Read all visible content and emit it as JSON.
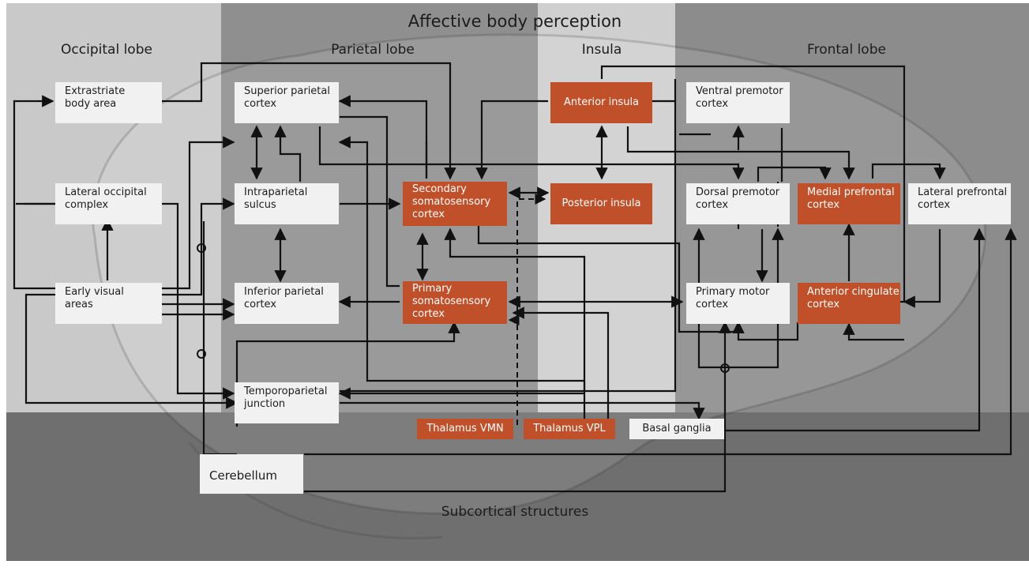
{
  "title": "Affective body perception",
  "regions": {
    "occipital": "Occipital lobe",
    "parietal": "Parietal lobe",
    "insula": "Insula",
    "frontal": "Frontal lobe",
    "subcortical": "Subcortical structures"
  },
  "nodes": {
    "eba": [
      "Extrastriate",
      "body area"
    ],
    "loc": [
      "Lateral occipital",
      "complex"
    ],
    "eva": [
      "Early visual",
      "areas"
    ],
    "spc": [
      "Superior parietal",
      "cortex"
    ],
    "ips": [
      "Intraparietal",
      "sulcus"
    ],
    "ipc": [
      "Inferior parietal",
      "cortex"
    ],
    "tpj": [
      "Temporoparietal",
      "junction"
    ],
    "s2": [
      "Secondary",
      "somatosensory",
      "cortex"
    ],
    "s1": [
      "Primary",
      "somatosensory",
      "cortex"
    ],
    "ai": [
      "Anterior insula"
    ],
    "pi": [
      "Posterior insula"
    ],
    "vpm": [
      "Ventral premotor",
      "cortex"
    ],
    "dpm": [
      "Dorsal premotor",
      "cortex"
    ],
    "pmc": [
      "Primary motor",
      "cortex"
    ],
    "mpfc": [
      "Medial prefrontal",
      "cortex"
    ],
    "lpfc": [
      "Lateral prefrontal",
      "cortex"
    ],
    "acc": [
      "Anterior cingulate",
      "cortex"
    ],
    "vmn": [
      "Thalamus VMN"
    ],
    "vpl": [
      "Thalamus VPL"
    ],
    "bg": [
      "Basal ganglia"
    ],
    "cb": [
      "Cerebellum"
    ]
  },
  "colors": {
    "highlight_node": "#c0502a",
    "plain_node": "#f1f1f1",
    "lobe_band_light": "#c9c9c9",
    "lobe_band_dark": "#8a8a8a",
    "subcortical_band": "#6d6d6d",
    "line": "#111111"
  }
}
